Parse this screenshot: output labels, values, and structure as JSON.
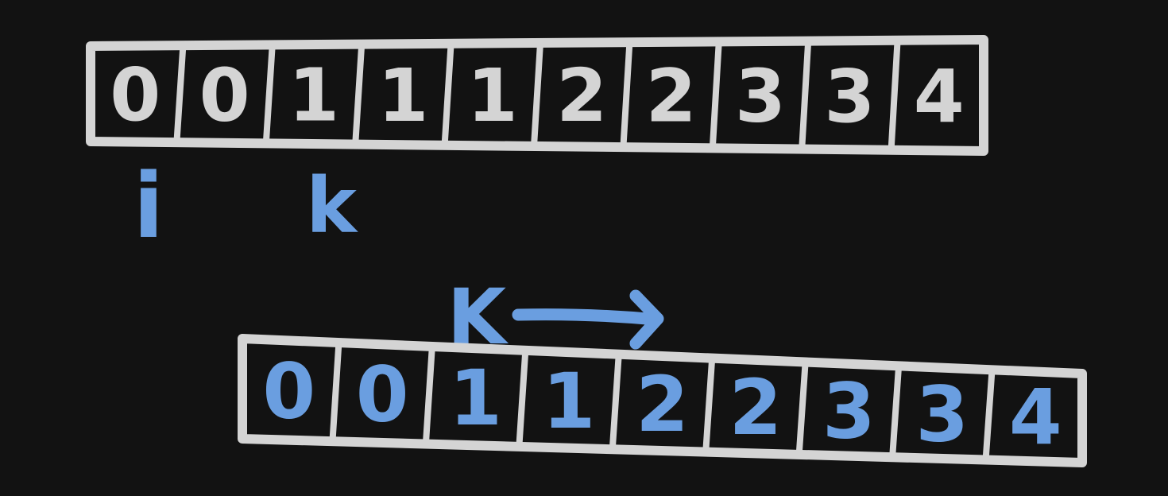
{
  "colors": {
    "background": "#121212",
    "outline": "#d4d4d4",
    "top_digits": "#d4d4d4",
    "accent_blue": "#6a9ee0"
  },
  "top_array": {
    "cells": [
      "0",
      "0",
      "1",
      "1",
      "1",
      "2",
      "2",
      "3",
      "3",
      "4"
    ]
  },
  "pointers": {
    "i_label": "i",
    "k_label": "k"
  },
  "bottom_array": {
    "cells": [
      "0",
      "0",
      "1",
      "1",
      "2",
      "2",
      "3",
      "3",
      "4"
    ],
    "k_label": "K",
    "arrow_icon": "right-arrow-icon"
  }
}
